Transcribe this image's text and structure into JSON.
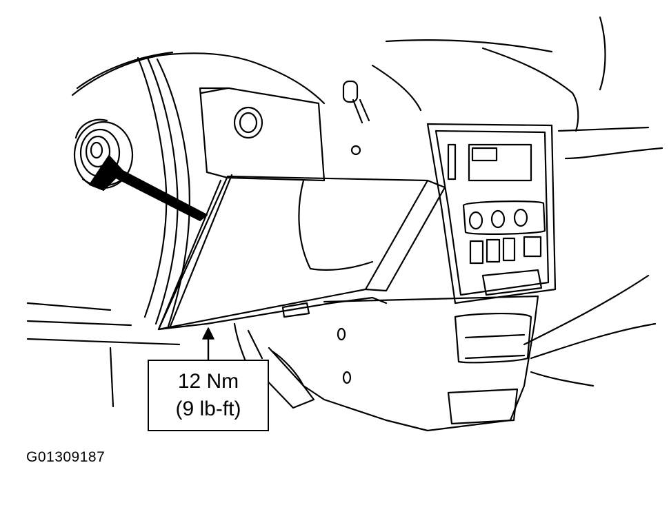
{
  "callout": {
    "torque_metric": "12 Nm",
    "torque_imperial": "(9 lb-ft)"
  },
  "figure_id": "G01309187",
  "colors": {
    "line": "#000000",
    "background": "#ffffff"
  },
  "icons": {
    "pointer": "bold-arrow-icon",
    "leader": "leader-arrow-icon"
  }
}
